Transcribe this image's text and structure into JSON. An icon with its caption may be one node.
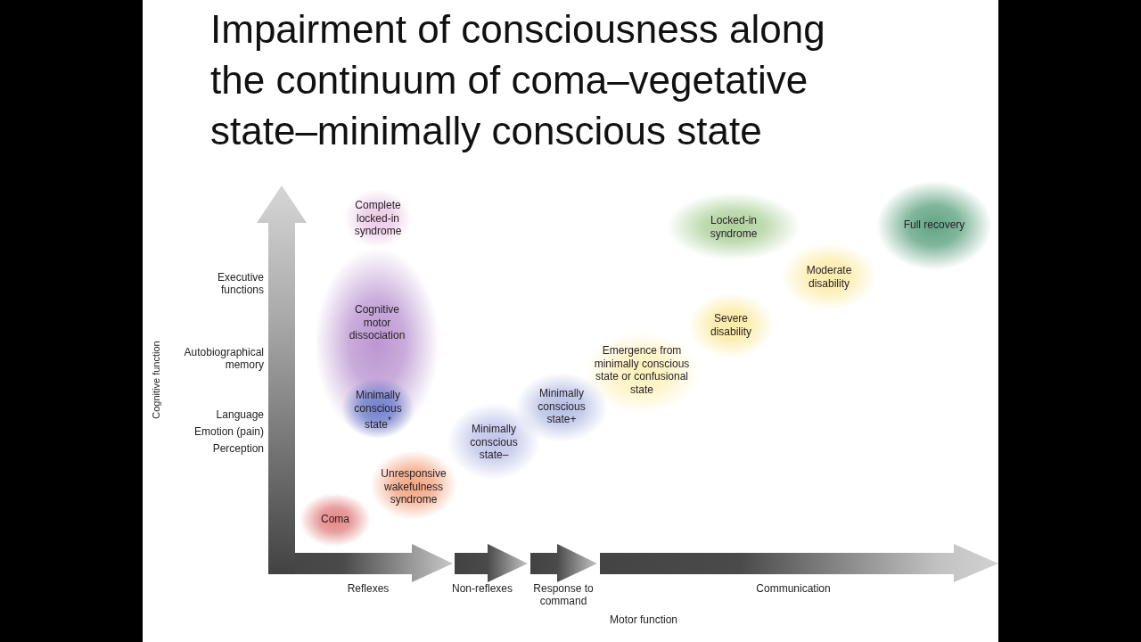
{
  "diagram": {
    "title": "Impairment of consciousness along the continuum of coma–vegetative state–minimally conscious state",
    "nodes": [
      {
        "text": [
          "Complete locked-in syndrome"
        ]
      },
      {
        "text": [
          "Full recovery"
        ]
      },
      {
        "text": [
          "Locked-in syndrome"
        ]
      },
      {
        "text": [
          "Moderate disability"
        ]
      },
      {
        "text": [
          "Cognitive motor dissociation"
        ]
      },
      {
        "text": [
          "Severe disability"
        ]
      },
      {
        "text": [
          "Emergence from minimally conscious state or confusional state"
        ]
      },
      {
        "text": [
          "Minimally conscious state+"
        ]
      },
      {
        "text": [
          "Minimally conscious state$^{*}$"
        ],
        "in": 4
      },
      {
        "text": [
          "Minimally conscious state–"
        ]
      },
      {
        "text": [
          "Unresponsive wakefulness syndrome"
        ]
      },
      {
        "text": [
          "Coma"
        ]
      }
    ],
    "labels": [
      "Cognitive function",
      "Executive functions",
      "Autobiographical memory",
      "Language",
      "Emotion (pain)",
      "Perception",
      "Reflexes",
      "Non-reflexes",
      "Response to command",
      "Communication",
      "Motor function"
    ]
  }
}
